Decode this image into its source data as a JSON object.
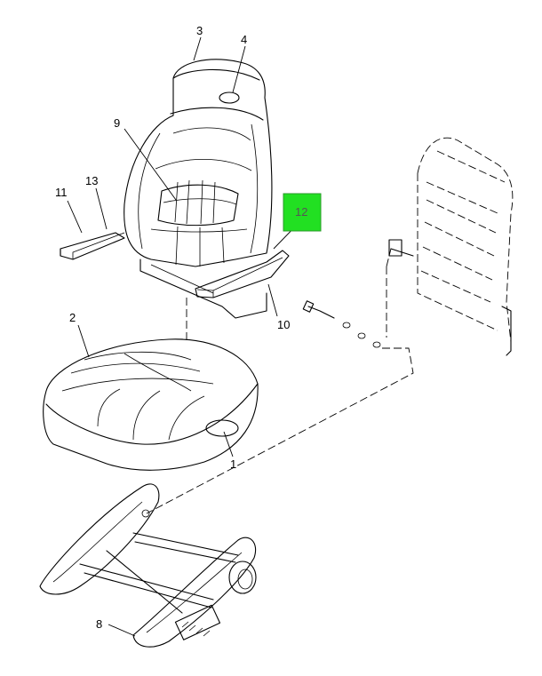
{
  "callouts": {
    "c1": "1",
    "c2": "2",
    "c3": "3",
    "c4": "4",
    "c8": "8",
    "c9": "9",
    "c10": "10",
    "c11": "11",
    "c12": "12",
    "c13": "13"
  },
  "highlight": {
    "callout": "12",
    "color": "#22e022"
  }
}
